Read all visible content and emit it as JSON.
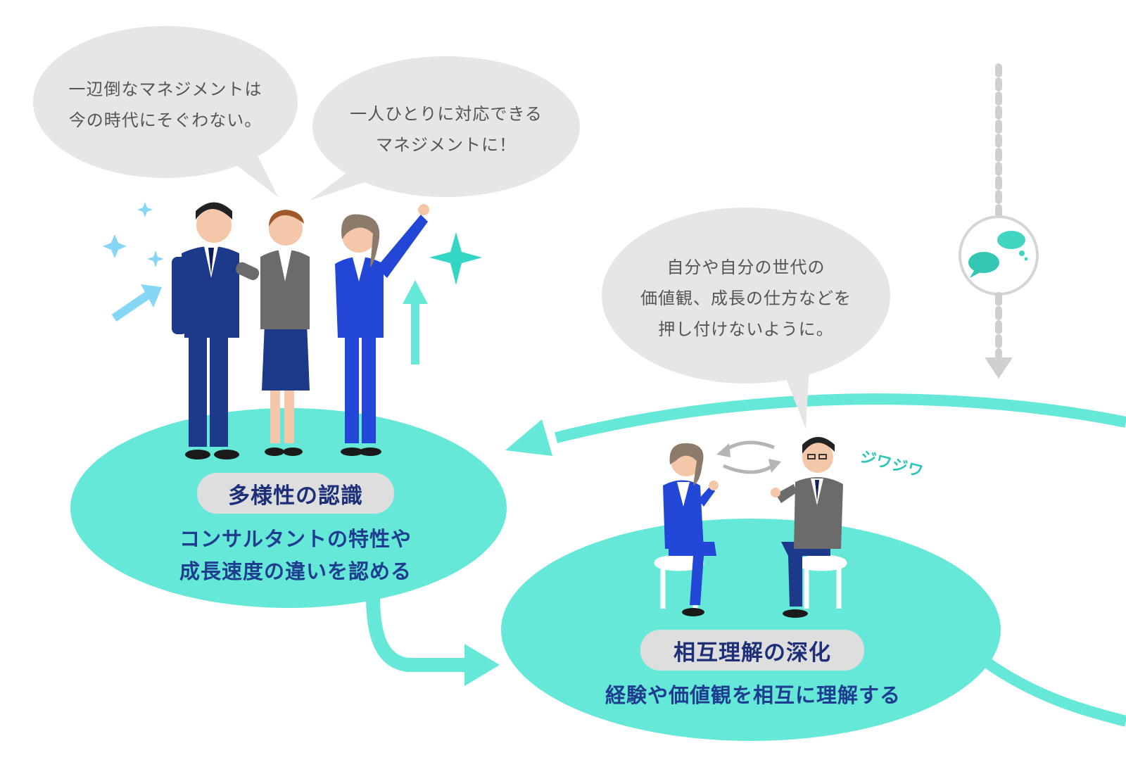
{
  "bubbles": {
    "left_line1": "一辺倒なマネジメントは",
    "left_line2": "今の時代にそぐわない。",
    "right_line1": "一人ひとりに対応できる",
    "right_line2": "マネジメントに！",
    "middle_line1": "自分や自分の世代の",
    "middle_line2": "価値観、成長の仕方などを",
    "middle_line3": "押し付けないように。"
  },
  "stages": {
    "diversity": {
      "title": "多様性の認識",
      "desc_line1": "コンサルタントの特性や",
      "desc_line2": "成長速度の違いを認める"
    },
    "understanding": {
      "title": "相互理解の深化",
      "desc_line1": "経験や価値観を相互に理解する"
    }
  },
  "sfx": "ジワジワ",
  "colors": {
    "teal": "#66e8d8",
    "teal_dark": "#2ec4b6",
    "bubble": "#e6e6e6",
    "navy_suit": "#1d3a8a",
    "blue_suit": "#2246d6",
    "gray_suit": "#6b6b6b",
    "title_text": "#1e2f7a",
    "desc_text": "#1e3d8f",
    "dotted_line": "#cfcfcf",
    "sparkle_light": "#86d7f5"
  },
  "icons": [
    "speech-bubbles-icon",
    "sparkle-icon",
    "up-arrow-icon",
    "diagonal-arrow-icon",
    "exchange-arrows-icon"
  ]
}
